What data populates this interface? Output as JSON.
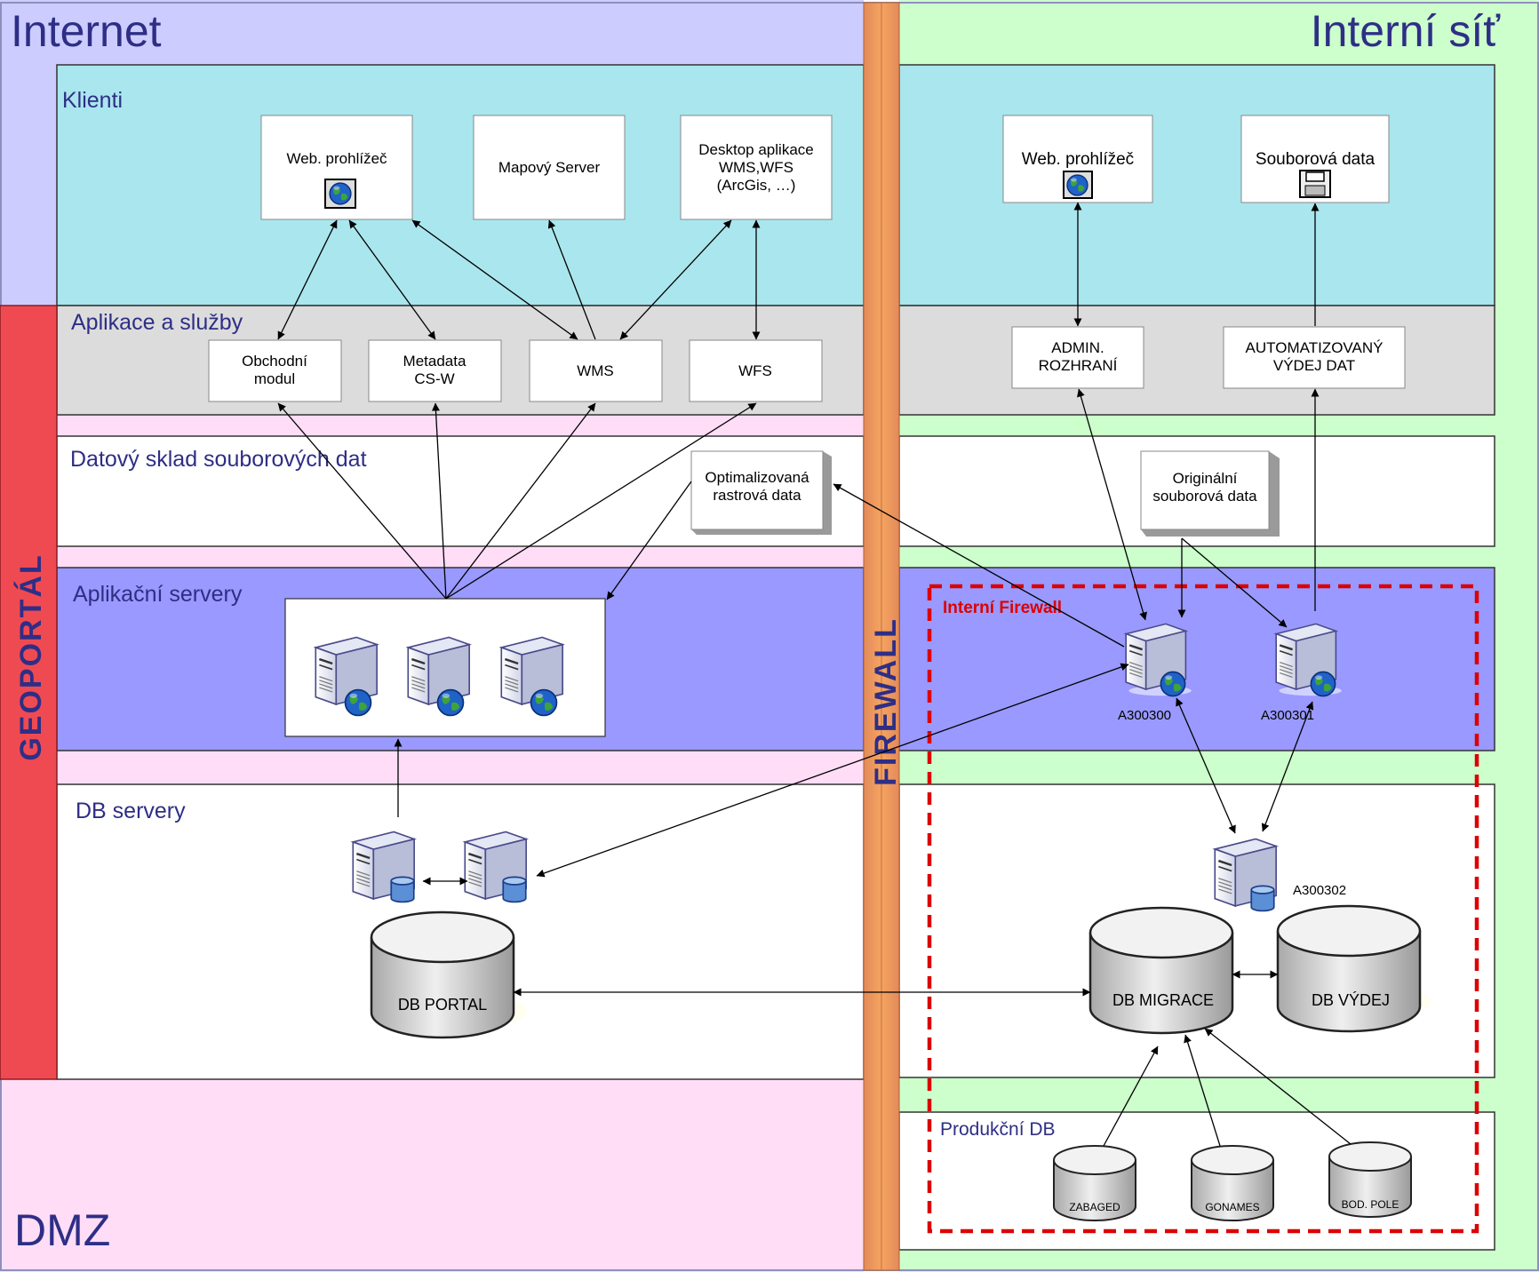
{
  "zones": {
    "internet": "Internet",
    "interni_sit": "Interní síť",
    "dmz": "DMZ",
    "geoportal": "GEOPORTÁL",
    "firewall": "FIREWALL",
    "interni_firewall": "Interní Firewall"
  },
  "bands": {
    "klienti": "Klienti",
    "aplikace": "Aplikace a služby",
    "datovy_sklad": "Datový sklad souborových dat",
    "aplikacni_servery": "Aplikační servery",
    "db_servery": "DB servery",
    "produkcni_db": "Produkční DB"
  },
  "boxes": {
    "web_prohlizec": "Web. prohlížeč",
    "mapovy_server": "Mapový Server",
    "desktop_1": "Desktop aplikace",
    "desktop_2": "WMS,WFS",
    "desktop_3": "(ArcGis, …)",
    "web_prohlizec_int": "Web. prohlížeč",
    "souborova_data": "Souborová data",
    "obchodni_1": "Obchodní",
    "obchodni_2": "modul",
    "metadata_1": "Metadata",
    "metadata_2": "CS-W",
    "wms": "WMS",
    "wfs": "WFS",
    "admin_1": "ADMIN.",
    "admin_2": "ROZHRANÍ",
    "auto_1": "AUTOMATIZOVANÝ",
    "auto_2": "VÝDEJ DAT",
    "optim_1": "Optimalizovaná",
    "optim_2": "rastrová data",
    "orig_1": "Originální",
    "orig_2": "souborová data"
  },
  "servers": {
    "a300300": "A300300",
    "a300301": "A300301",
    "a300302": "A300302"
  },
  "databases": {
    "db_portal": "DB PORTAL",
    "db_migrace": "DB MIGRACE",
    "db_vydej": "DB VÝDEJ",
    "zabaged": "ZABAGED",
    "gonames": "GONAMES",
    "bod_pole": "BOD. POLE"
  },
  "colors": {
    "internet_zone": "#ccccff",
    "internal_zone": "#ccffcc",
    "dmz_zone": "#ffddf6",
    "clients_band": "#aae6ee",
    "apps_band": "#dcdcdc",
    "servers_band": "#9999ff",
    "geoportal": "#ef4a52",
    "firewall": "#f0a055",
    "title_text": "#2e2e86",
    "internal_firewall": "#dd0000"
  }
}
